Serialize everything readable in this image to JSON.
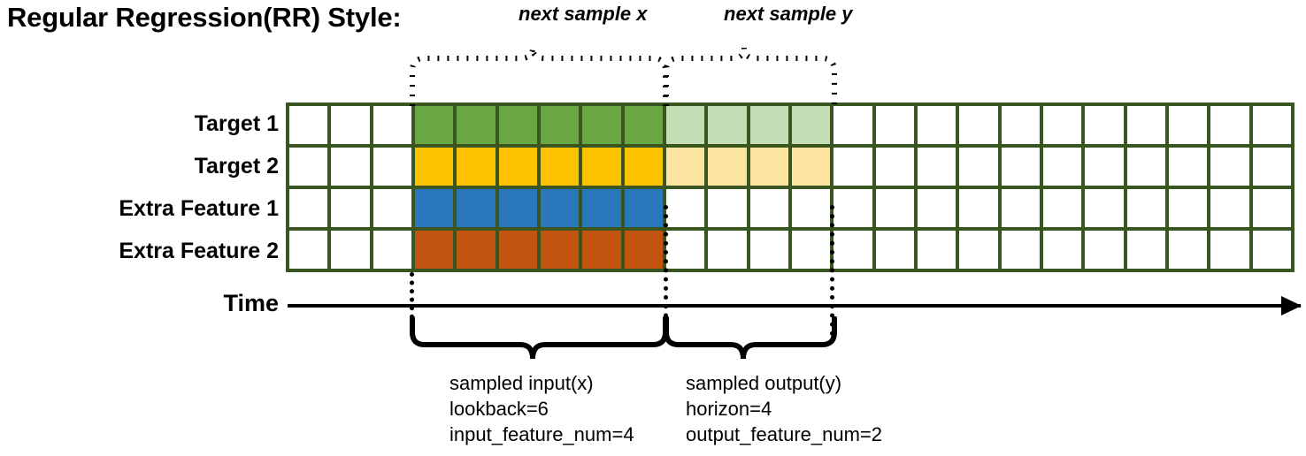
{
  "title": "Regular Regression(RR) Style:",
  "row_labels": [
    {
      "label": "Target 1"
    },
    {
      "label": "Target 2"
    },
    {
      "label": "Extra Feature 1"
    },
    {
      "label": "Extra Feature 2"
    }
  ],
  "time_axis": {
    "label": "Time"
  },
  "grid": {
    "columns": 24,
    "rows": 4,
    "input_start_col": 3,
    "input_end_col": 9,
    "output_start_col": 9,
    "output_end_col": 13,
    "cell_states": [
      [
        "empty",
        "empty",
        "empty",
        "input",
        "input",
        "input",
        "input",
        "input",
        "input",
        "output",
        "output",
        "output",
        "output",
        "empty",
        "empty",
        "empty",
        "empty",
        "empty",
        "empty",
        "empty",
        "empty",
        "empty",
        "empty",
        "empty"
      ],
      [
        "empty",
        "empty",
        "empty",
        "input",
        "input",
        "input",
        "input",
        "input",
        "input",
        "output",
        "output",
        "output",
        "output",
        "empty",
        "empty",
        "empty",
        "empty",
        "empty",
        "empty",
        "empty",
        "empty",
        "empty",
        "empty",
        "empty"
      ],
      [
        "empty",
        "empty",
        "empty",
        "input",
        "input",
        "input",
        "input",
        "input",
        "input",
        "empty",
        "empty",
        "empty",
        "empty",
        "empty",
        "empty",
        "empty",
        "empty",
        "empty",
        "empty",
        "empty",
        "empty",
        "empty",
        "empty",
        "empty"
      ],
      [
        "empty",
        "empty",
        "empty",
        "input",
        "input",
        "input",
        "input",
        "input",
        "input",
        "empty",
        "empty",
        "empty",
        "empty",
        "empty",
        "empty",
        "empty",
        "empty",
        "empty",
        "empty",
        "empty",
        "empty",
        "empty",
        "empty",
        "empty"
      ]
    ]
  },
  "colors": {
    "grid_border": "#3A5620",
    "empty": "#FFFFFF",
    "row1_input": "#6BA644",
    "row1_output": "#C5DDB4",
    "row2_input": "#FCC200",
    "row2_output": "#FCE3A0",
    "row3_input": "#2B77BC",
    "row4_input": "#C1540F",
    "line": "#000000"
  },
  "top_braces": [
    {
      "caption": "next sample x"
    },
    {
      "caption": "next sample y"
    }
  ],
  "bottom_braces": [
    {
      "lines": [
        "sampled input(x)",
        "lookback=6",
        "input_feature_num=4"
      ]
    },
    {
      "lines": [
        "sampled output(y)",
        "horizon=4",
        "output_feature_num=2"
      ]
    }
  ]
}
